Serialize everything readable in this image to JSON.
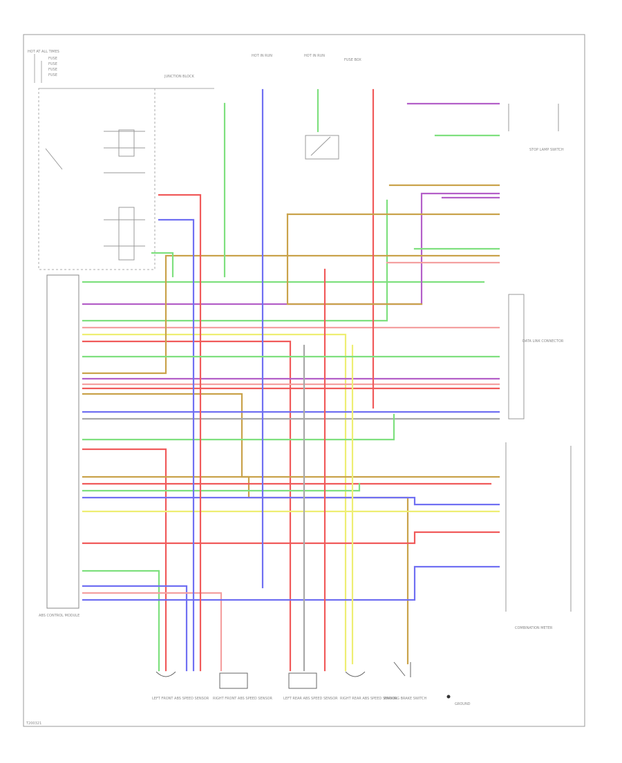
{
  "diagram": {
    "footer_code": "T200321",
    "legend": [
      "HOT AT ALL TIMES",
      "FUSE",
      "FUSE",
      "FUSE",
      "FUSE"
    ],
    "top_labels": {
      "hot_run_1": "HOT IN RUN",
      "hot_run_2": "HOT IN RUN",
      "junction_block": "JUNCTION BLOCK",
      "fuse_box": "FUSE BOX"
    },
    "side_labels": {
      "abs_control_module": "ABS CONTROL MODULE",
      "data_link_connector": "DATA LINK CONNECTOR",
      "combination_meter": "COMBINATION METER",
      "stop_lamp_switch": "STOP LAMP SWITCH"
    },
    "bottom_labels": {
      "lf_sensor": "LEFT FRONT ABS SPEED SENSOR",
      "rf_sensor": "RIGHT FRONT ABS SPEED SENSOR",
      "lr_sensor": "LEFT REAR ABS SPEED SENSOR",
      "rr_sensor": "RIGHT REAR ABS SPEED SENSOR",
      "parking_brake": "PARKING BRAKE SWITCH",
      "ground": "GROUND"
    },
    "colors": {
      "green": "#7ee07e",
      "purple": "#b35fc8",
      "red": "#f05a5a",
      "pink": "#f4a0a0",
      "blue": "#6f6ff2",
      "yellow": "#eeee72",
      "tan": "#c9a24a",
      "gray": "#a8a8a8",
      "black": "#333333"
    }
  }
}
